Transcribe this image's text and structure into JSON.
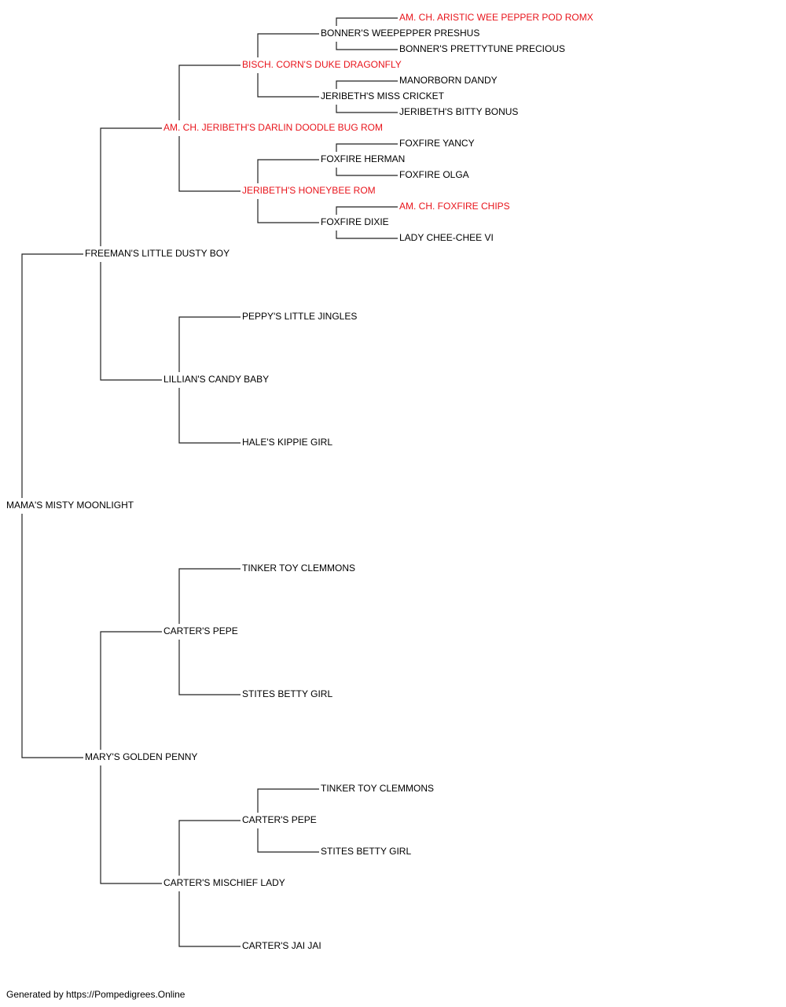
{
  "pedigree": {
    "name": "MAMA'S MISTY MOONLIGHT",
    "red": false,
    "sire": {
      "name": "FREEMAN'S LITTLE DUSTY BOY",
      "red": false,
      "sire": {
        "name": "AM. CH. JERIBETH'S DARLIN DOODLE BUG ROM",
        "red": true,
        "sire": {
          "name": "BISCH. CORN'S DUKE DRAGONFLY",
          "red": true,
          "sire": {
            "name": "BONNER'S WEEPEPPER PRESHUS",
            "red": false,
            "sire": {
              "name": "AM. CH. ARISTIC WEE PEPPER POD ROMX",
              "red": true
            },
            "dam": {
              "name": "BONNER'S PRETTYTUNE PRECIOUS",
              "red": false
            }
          },
          "dam": {
            "name": "JERIBETH'S MISS CRICKET",
            "red": false,
            "sire": {
              "name": "MANORBORN DANDY",
              "red": false
            },
            "dam": {
              "name": "JERIBETH'S BITTY BONUS",
              "red": false
            }
          }
        },
        "dam": {
          "name": "JERIBETH'S HONEYBEE ROM",
          "red": true,
          "sire": {
            "name": "FOXFIRE HERMAN",
            "red": false,
            "sire": {
              "name": "FOXFIRE YANCY",
              "red": false
            },
            "dam": {
              "name": "FOXFIRE OLGA",
              "red": false
            }
          },
          "dam": {
            "name": "FOXFIRE DIXIE",
            "red": false,
            "sire": {
              "name": "AM. CH. FOXFIRE CHIPS",
              "red": true
            },
            "dam": {
              "name": "LADY CHEE-CHEE VI",
              "red": false
            }
          }
        }
      },
      "dam": {
        "name": "LILLIAN'S CANDY BABY",
        "red": false,
        "sire": {
          "name": "PEPPY'S LITTLE JINGLES",
          "red": false
        },
        "dam": {
          "name": "HALE'S KIPPIE GIRL",
          "red": false
        }
      }
    },
    "dam": {
      "name": "MARY'S GOLDEN PENNY",
      "red": false,
      "sire": {
        "name": "CARTER'S PEPE",
        "red": false,
        "sire": {
          "name": "TINKER TOY CLEMMONS",
          "red": false
        },
        "dam": {
          "name": "STITES BETTY GIRL",
          "red": false
        }
      },
      "dam": {
        "name": "CARTER'S MISCHIEF LADY",
        "red": false,
        "sire": {
          "name": "CARTER'S PEPE",
          "red": false,
          "sire": {
            "name": "TINKER TOY CLEMMONS",
            "red": false
          },
          "dam": {
            "name": "STITES BETTY GIRL",
            "red": false
          }
        },
        "dam": {
          "name": "CARTER'S JAI JAI",
          "red": false
        }
      }
    }
  },
  "colors": {
    "line": "#222222",
    "text": "#000000",
    "highlight": "#e8141b"
  },
  "footer": "Generated by https://Pompedigrees.Online"
}
